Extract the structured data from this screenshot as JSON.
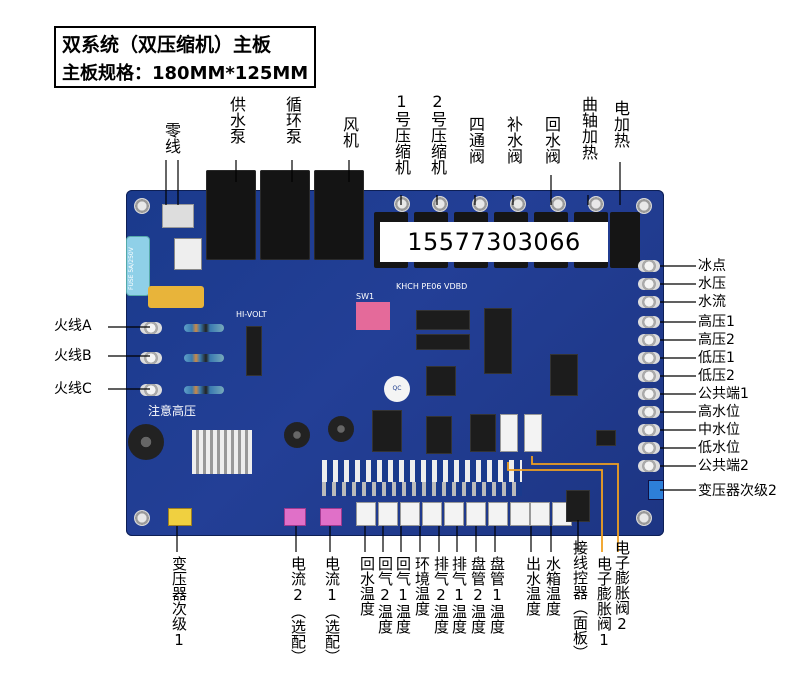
{
  "title_box": {
    "line1": "双系统（双压缩机）主板",
    "line2": "主板规格：180MM*125MM"
  },
  "phone_overlay": "15577303066",
  "top_labels": {
    "zero_line": "零线",
    "supply_pump": "供水泵",
    "circ_pump": "循环泵",
    "fan": "风机",
    "comp1": "1号压缩机",
    "comp2": "2号压缩机",
    "four_way": "四通阀",
    "makeup_valve": "补水阀",
    "return_valve": "回水阀",
    "crank_heat": "曲轴加热",
    "elec_heat": "电加热"
  },
  "left_labels": {
    "live_a": "火线A",
    "live_b": "火线B",
    "live_c": "火线C"
  },
  "right_labels": {
    "freeze": "冰点",
    "water_pressure": "水压",
    "water_flow": "水流",
    "high1": "高压1",
    "high2": "高压2",
    "low1": "低压1",
    "low2": "低压2",
    "common1": "公共端1",
    "high_level": "高水位",
    "mid_level": "中水位",
    "low_level": "低水位",
    "common2": "公共端2",
    "transformer2": "变压器次级2"
  },
  "bottom_labels": {
    "transformer1": "变压器次级1",
    "current2": "电流2（选配）",
    "current1": "电流1（选配）",
    "return_temp": "回水温度",
    "ret_gas2": "回气2温度",
    "ret_gas1": "回气1温度",
    "ambient": "环境温度",
    "exhaust2": "排气2温度",
    "exhaust1": "排气1温度",
    "coil2": "盘管2温度",
    "coil1": "盘管1温度",
    "outlet_temp": "出水温度",
    "tank_temp": "水箱温度",
    "controller": "接线控器（面板）",
    "eev1": "电子膨胀阀1",
    "eev2": "电子膨胀阀2"
  },
  "board_silk": {
    "warning": "注意高压",
    "fuse": "FUSE 5A/250V",
    "hivolt": "HI-VOLT",
    "passed": "QC PASSED",
    "model": "KHCH PE06 VDBD",
    "sw": "SW1"
  },
  "colors": {
    "board": "#233f96",
    "relay": "#141414",
    "eev_wire": "#f0a020"
  }
}
